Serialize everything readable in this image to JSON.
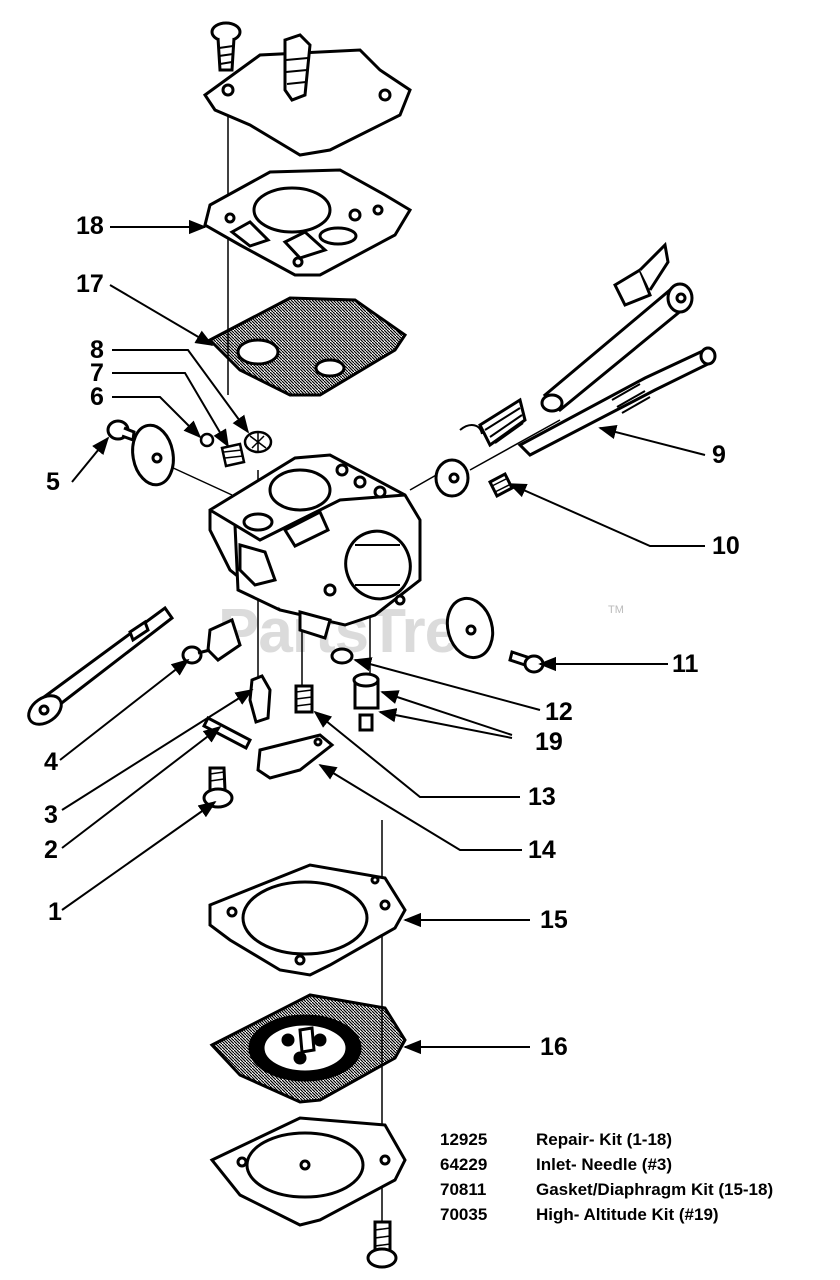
{
  "watermark": {
    "text": "PartsTree",
    "tm": "TM"
  },
  "callouts": {
    "c1": "1",
    "c2": "2",
    "c3": "3",
    "c4": "4",
    "c5": "5",
    "c6": "6",
    "c7": "7",
    "c8": "8",
    "c9": "9",
    "c10": "10",
    "c11": "11",
    "c12": "12",
    "c13": "13",
    "c14": "14",
    "c15": "15",
    "c16": "16",
    "c17": "17",
    "c18": "18",
    "c19": "19"
  },
  "kits": [
    {
      "number": "12925",
      "description": "Repair- Kit (1-18)"
    },
    {
      "number": "64229",
      "description": "Inlet- Needle (#3)"
    },
    {
      "number": "70811",
      "description": "Gasket/Diaphragm Kit (15-18)"
    },
    {
      "number": "70035",
      "description": "High- Altitude Kit (#19)"
    }
  ],
  "colors": {
    "ink": "#000000",
    "paper": "#ffffff",
    "watermark": "#bebebe"
  }
}
